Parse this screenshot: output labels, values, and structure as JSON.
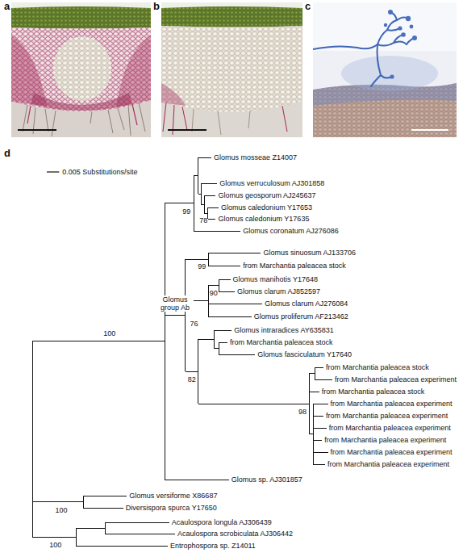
{
  "diagram": {
    "labels": [
      "a",
      "b",
      "c",
      "d",
      "0.005 Substitutions/site",
      "Glomus mosseae Z14007",
      "Glomus verruculosum AJ301858",
      "Glomus geosporum AJ245637",
      "Glomus caledonium Y17653",
      "Glomus caledonium Y17635",
      "Glomus coronatum AJ276086",
      "Glomus sinuosum AJ133706",
      "from Marchantia paleacea stock",
      "Glomus manihotis Y17648",
      "Glomus clarum AJ852597",
      "Glomus clarum AJ276084",
      "Glomus proliferum AF213462",
      "Glomus intraradices AY635831",
      "from Marchantia paleacea stock",
      "Glomus fasciculatum Y17640",
      "from Marchantia paleacea stock",
      "from Marchantia paleacea experiment",
      "from Marchantia paleacea stock",
      "from Marchantia paleacea experiment",
      "from Marchantia paleacea experiment",
      "from Marchantia paleacea experiment",
      "from Marchantia paleacea experiment",
      "from Marchantia paleacea experiment",
      "from Marchantia paleacea experiment",
      "Glomus sp. AJ301857",
      "Glomus versiforme X86687",
      "Diversispora spurca Y17650",
      "Acaulospora longula AJ306439",
      "Acaulospora scrobiculata AJ306442",
      "Entrophospora sp. Z14011",
      "99",
      "78",
      "99",
      "90",
      "Glomus group Ab",
      "76",
      "100",
      "82",
      "98",
      "100",
      "100"
    ]
  }
}
